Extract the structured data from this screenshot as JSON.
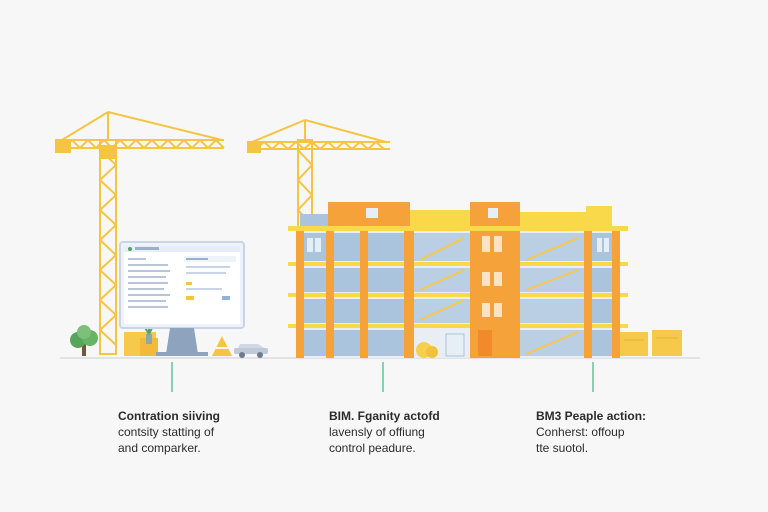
{
  "colors": {
    "background": "#f7f7f7",
    "crane": "#f5c542",
    "building_orange": "#f5a23a",
    "building_yellow": "#f9d84a",
    "window_blue": "#aac4de",
    "monitor_frame": "#dfe6f0",
    "ground_line": "#e6e6e6",
    "connector": "#5fc49b"
  },
  "captions": [
    {
      "title": "Contration siiving",
      "desc_line1": "contsity statting of",
      "desc_line2": "and comparker."
    },
    {
      "title": "BIM. Fganity actofd",
      "desc_line1": "lavensly of offiung",
      "desc_line2": "control peadure."
    },
    {
      "title": "BM3 Peaple action:",
      "desc_line1": "Conherst: offoup",
      "desc_line2": "tte suotol."
    }
  ],
  "illustration": {
    "cranes": 2,
    "monitor_icon": "monitor-dashboard-icon",
    "vehicle_icon": "car-icon",
    "tree_icon": "tree-icon",
    "plant_icon": "plant-icon",
    "crate_icon": "crate-icon"
  }
}
